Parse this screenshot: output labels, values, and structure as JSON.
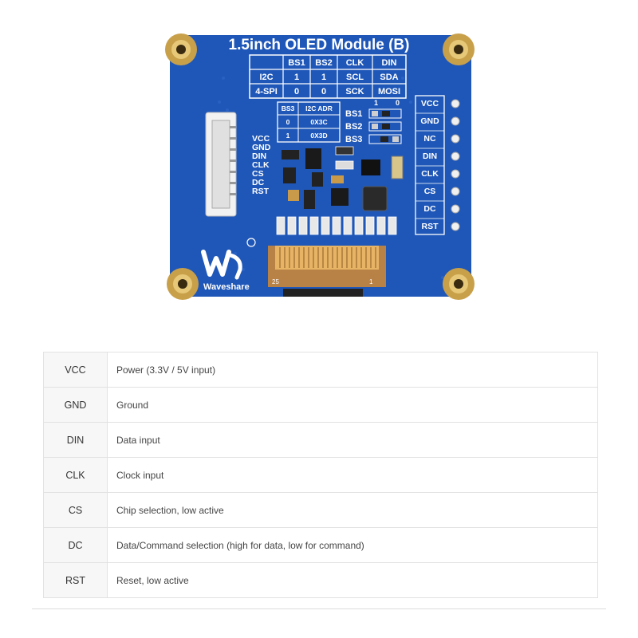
{
  "board": {
    "title": "1.5inch OLED Module (B)",
    "mode_table": {
      "header": [
        "",
        "BS1",
        "BS2",
        "CLK",
        "DIN"
      ],
      "rows": [
        [
          "I2C",
          "1",
          "1",
          "SCL",
          "SDA"
        ],
        [
          "4-SPI",
          "0",
          "0",
          "SCK",
          "MOSI"
        ]
      ]
    },
    "addr_table": {
      "header": [
        "BS3",
        "I2C ADR"
      ],
      "rows": [
        [
          "0",
          "0X3C"
        ],
        [
          "1",
          "0X3D"
        ]
      ]
    },
    "switch_header": [
      "1",
      "0"
    ],
    "switches": [
      "BS1",
      "BS2",
      "BS3"
    ],
    "left_pins": [
      "VCC",
      "GND",
      "DIN",
      "CLK",
      "CS",
      "DC",
      "RST"
    ],
    "right_pins": [
      "VCC",
      "GND",
      "NC",
      "DIN",
      "CLK",
      "CS",
      "DC",
      "RST"
    ],
    "brand": "Waveshare",
    "fpc_labels": [
      "25",
      "1"
    ],
    "colors": {
      "pcb": "#1f57b8",
      "silk": "#ffffff",
      "gold": "#c9a04a"
    }
  },
  "pins": [
    {
      "name": "VCC",
      "desc": "Power (3.3V / 5V input)"
    },
    {
      "name": "GND",
      "desc": "Ground"
    },
    {
      "name": "DIN",
      "desc": "Data input"
    },
    {
      "name": "CLK",
      "desc": "Clock input"
    },
    {
      "name": "CS",
      "desc": "Chip selection, low active"
    },
    {
      "name": "DC",
      "desc": "Data/Command selection (high for data, low for command)"
    },
    {
      "name": "RST",
      "desc": "Reset, low active"
    }
  ]
}
